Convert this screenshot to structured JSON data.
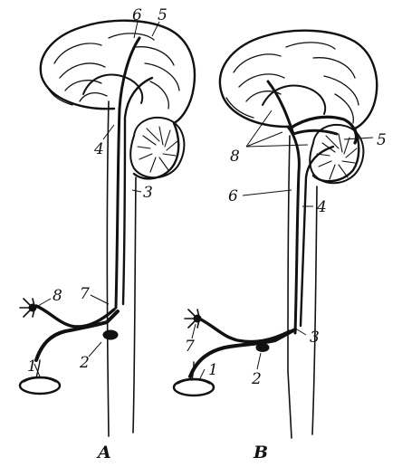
{
  "panels": {
    "a": {
      "caption": "A",
      "labels": {
        "l1": "1",
        "l2": "2",
        "l3": "3",
        "l4": "4",
        "l5": "5",
        "l6": "6",
        "l7": "7",
        "l8": "8"
      }
    },
    "b": {
      "caption": "B",
      "labels": {
        "l1": "1",
        "l2": "2",
        "l3": "3",
        "l4": "4",
        "l5": "5",
        "l6": "6",
        "l7": "7",
        "l8": "8"
      }
    }
  }
}
